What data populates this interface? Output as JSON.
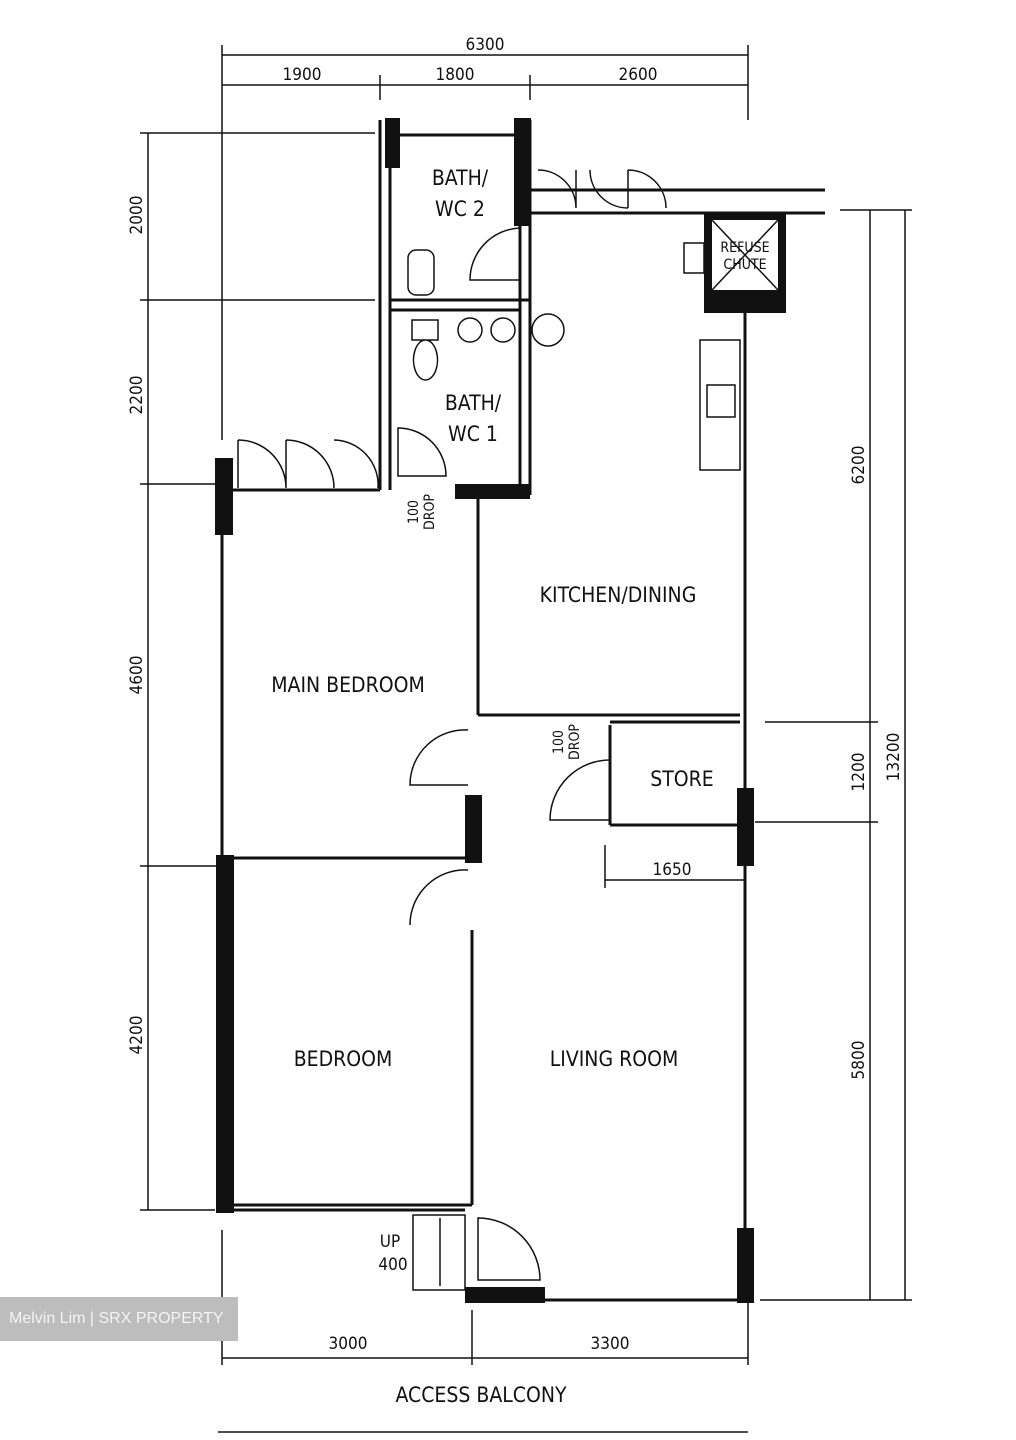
{
  "dimensions": {
    "top_total": "6300",
    "top_segments": [
      "1900",
      "1800",
      "2600"
    ],
    "left_segments": [
      "2000",
      "2200",
      "4600",
      "4200"
    ],
    "right_segments": [
      "6200",
      "1200",
      "5800"
    ],
    "right_total": "13200",
    "bottom_segments": [
      "3000",
      "3300"
    ],
    "store_width": "1650"
  },
  "rooms": {
    "bath2": [
      "BATH/",
      "WC 2"
    ],
    "bath1": [
      "BATH/",
      "WC 1"
    ],
    "kitchen": "KITCHEN/DINING",
    "main_bedroom": "MAIN BEDROOM",
    "store": "STORE",
    "bedroom": "BEDROOM",
    "living": "LIVING ROOM",
    "refuse": [
      "REFUSE",
      "CHUTE"
    ]
  },
  "notes": {
    "drop1": [
      "100",
      "DROP"
    ],
    "drop2": [
      "100",
      "DROP"
    ],
    "step": [
      "UP",
      "400"
    ],
    "access": "ACCESS BALCONY"
  },
  "watermark": "Melvin Lim | SRX PROPERTY"
}
